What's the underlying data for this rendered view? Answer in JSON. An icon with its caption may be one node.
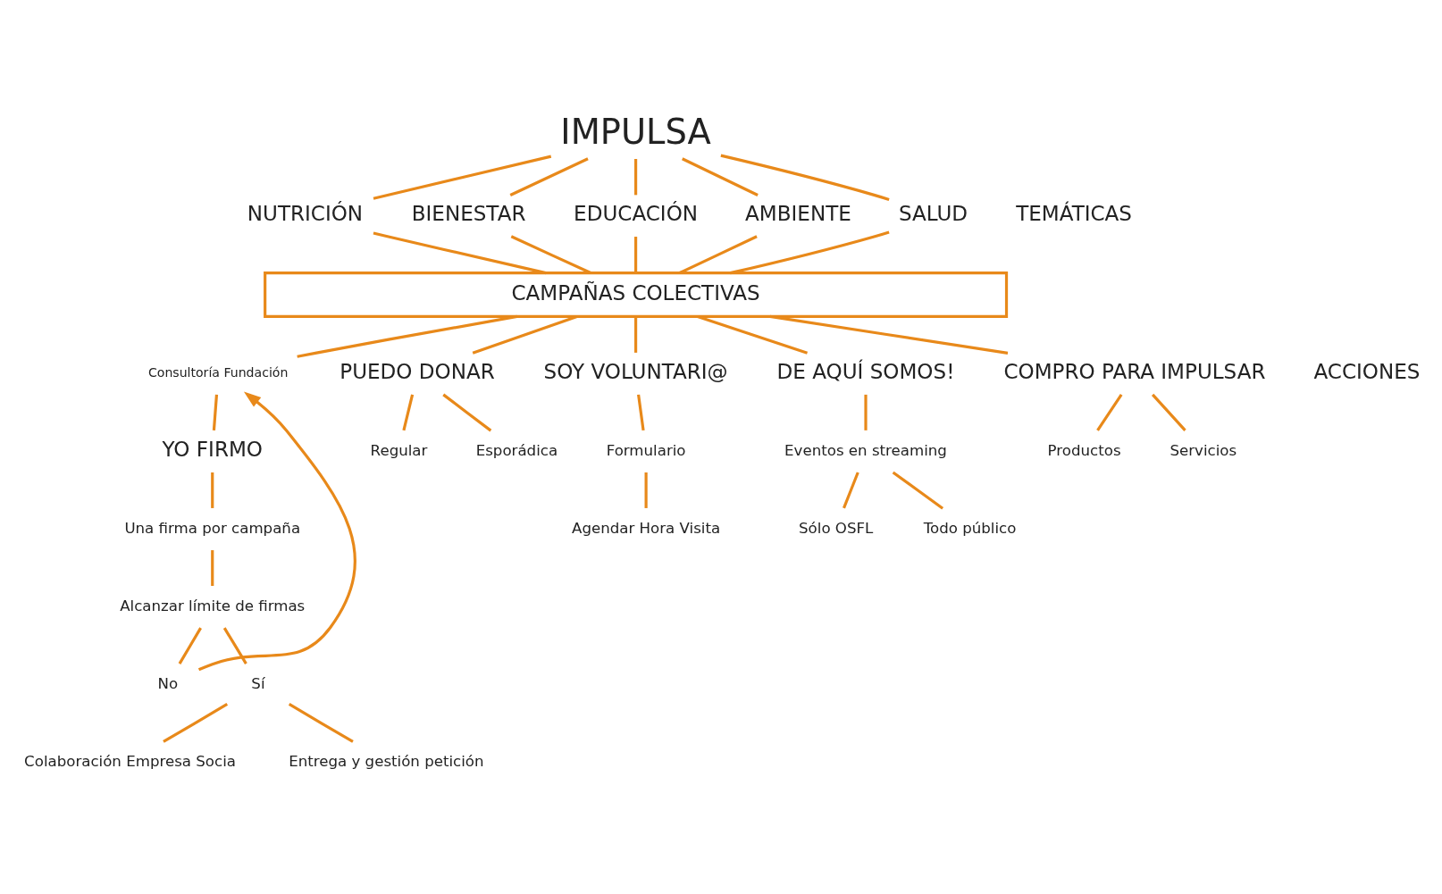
{
  "diagram": {
    "nodes": [
      {
        "text": [
          "IMPULSA"
        ]
      },
      {
        "text": [
          "NUTRICIÓN"
        ]
      },
      {
        "text": [
          "BIENESTAR"
        ]
      },
      {
        "text": [
          "EDUCACIÓN"
        ]
      },
      {
        "text": [
          "AMBIENTE"
        ]
      },
      {
        "text": [
          "SALUD"
        ]
      },
      {
        "text": [
          "CAMPAÑAS COLECTIVAS"
        ]
      },
      {
        "text": [
          "Consultoría Fundación"
        ]
      },
      {
        "text": [
          "YO FIRMO"
        ]
      },
      {
        "text": [
          "PUEDO DONAR"
        ]
      },
      {
        "text": [
          "SOY VOLUNTARI@"
        ]
      },
      {
        "text": [
          "DE AQUÍ SOMOS!"
        ]
      },
      {
        "text": [
          "COMPRO PARA IMPULSAR"
        ]
      },
      {
        "text": [
          "Una firma por campaña"
        ]
      },
      {
        "text": [
          "Regular"
        ]
      },
      {
        "text": [
          "Esporádica"
        ]
      },
      {
        "text": [
          "Formulario"
        ]
      },
      {
        "text": [
          "Eventos en streaming"
        ]
      },
      {
        "text": [
          "Productos"
        ]
      },
      {
        "text": [
          "Servicios"
        ]
      },
      {
        "text": [
          "Alcanzar límite de firmas"
        ]
      },
      {
        "text": [
          "Agendar Hora Visita"
        ]
      },
      {
        "text": [
          "Sólo OSFL"
        ]
      },
      {
        "text": [
          "Todo público"
        ]
      },
      {
        "text": [
          "No"
        ]
      },
      {
        "text": [
          "Sí"
        ]
      },
      {
        "text": [
          "Colaboración Empresa Socia"
        ]
      },
      {
        "text": [
          "Entrega y gestión petición"
        ]
      }
    ],
    "edges": [
      {
        "from": 0,
        "to": 1,
        "arrow": "none"
      },
      {
        "from": 0,
        "to": 2,
        "arrow": "none"
      },
      {
        "from": 0,
        "to": 3,
        "arrow": "none"
      },
      {
        "from": 0,
        "to": 4,
        "arrow": "none"
      },
      {
        "from": 0,
        "to": 5,
        "arrow": "none"
      },
      {
        "from": 1,
        "to": 6,
        "arrow": "none"
      },
      {
        "from": 2,
        "to": 6,
        "arrow": "none"
      },
      {
        "from": 3,
        "to": 6,
        "arrow": "none"
      },
      {
        "from": 4,
        "to": 6,
        "arrow": "none"
      },
      {
        "from": 5,
        "to": 6,
        "arrow": "none"
      },
      {
        "from": 6,
        "to": 7,
        "arrow": "none"
      },
      {
        "from": 7,
        "to": 8,
        "arrow": "none"
      },
      {
        "from": 6,
        "to": 9,
        "arrow": "none"
      },
      {
        "from": 6,
        "to": 10,
        "arrow": "none"
      },
      {
        "from": 6,
        "to": 11,
        "arrow": "none"
      },
      {
        "from": 6,
        "to": 12,
        "arrow": "none"
      },
      {
        "from": 8,
        "to": 13,
        "arrow": "none"
      },
      {
        "from": 13,
        "to": 20,
        "arrow": "none"
      },
      {
        "from": 20,
        "to": 24,
        "arrow": "none"
      },
      {
        "from": 20,
        "to": 25,
        "arrow": "none"
      },
      {
        "from": 24,
        "to": 7,
        "arrow": "to"
      },
      {
        "from": 25,
        "to": 26,
        "arrow": "none"
      },
      {
        "from": 25,
        "to": 27,
        "arrow": "none"
      },
      {
        "from": 9,
        "to": 14,
        "arrow": "none"
      },
      {
        "from": 9,
        "to": 15,
        "arrow": "none"
      },
      {
        "from": 10,
        "to": 16,
        "arrow": "none"
      },
      {
        "from": 16,
        "to": 21,
        "arrow": "none"
      },
      {
        "from": 11,
        "to": 17,
        "arrow": "none"
      },
      {
        "from": 17,
        "to": 22,
        "arrow": "none"
      },
      {
        "from": 17,
        "to": 23,
        "arrow": "none"
      },
      {
        "from": 12,
        "to": 18,
        "arrow": "none"
      },
      {
        "from": 12,
        "to": 19,
        "arrow": "none"
      }
    ],
    "labels": [
      "TEMÁTICAS",
      "ACCIONES"
    ]
  }
}
